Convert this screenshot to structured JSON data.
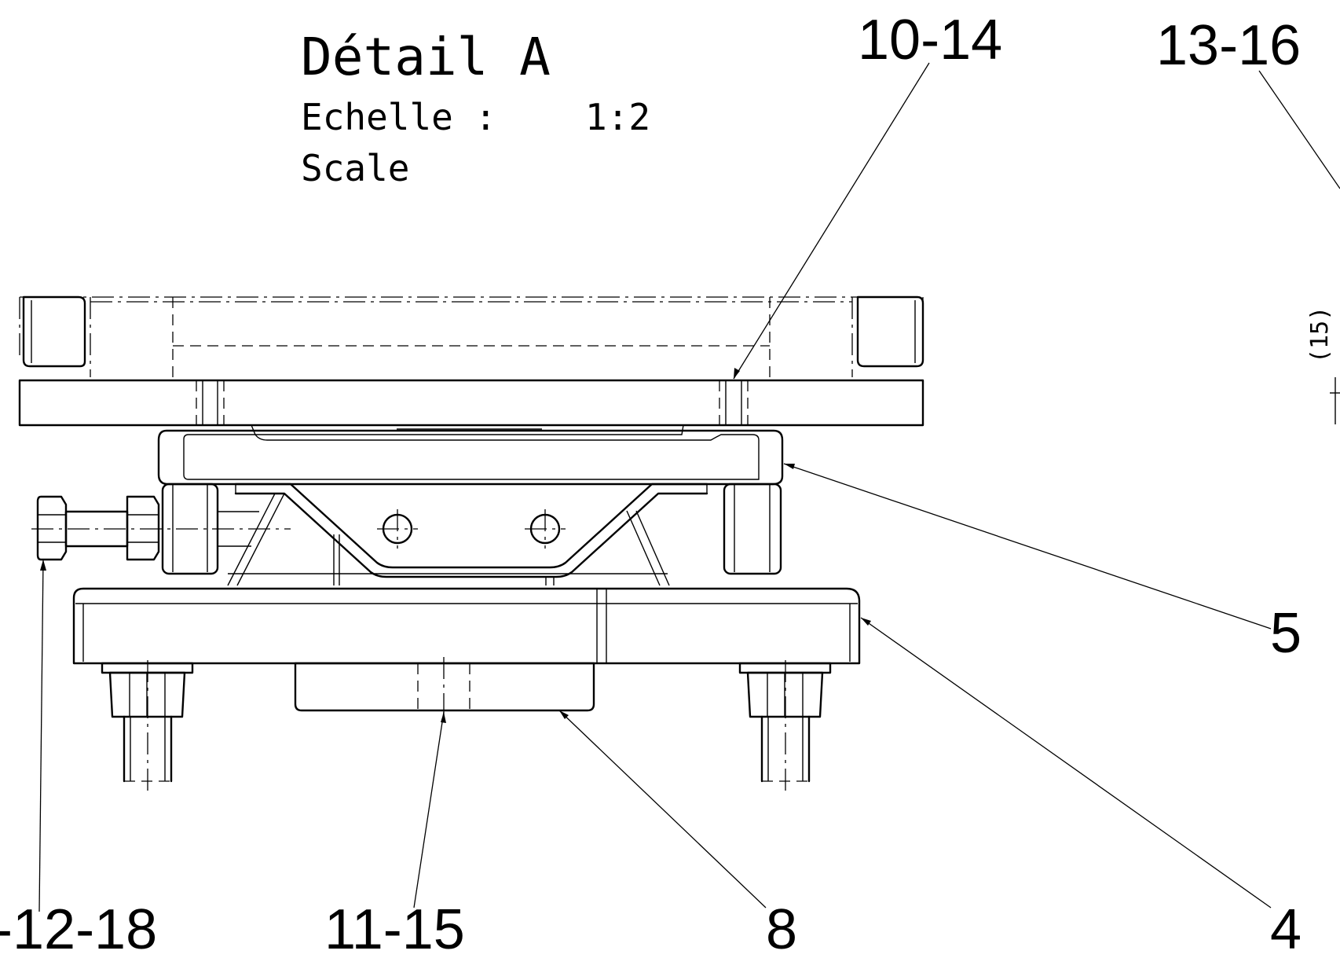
{
  "view": {
    "title": "Détail A",
    "scale_label_fr": "Echelle :",
    "scale_value": "1:2",
    "scale_label_en": "Scale"
  },
  "balloons": {
    "b_10_14": "10-14",
    "b_13_16": "13-16",
    "b_5": "5",
    "b_4": "4",
    "b_8": "8",
    "b_11_15": "11-15",
    "b_12_18": "-12-18"
  },
  "dimension": {
    "ref_15": "(15)"
  },
  "colors": {
    "line": "#000000",
    "background": "#ffffff"
  }
}
